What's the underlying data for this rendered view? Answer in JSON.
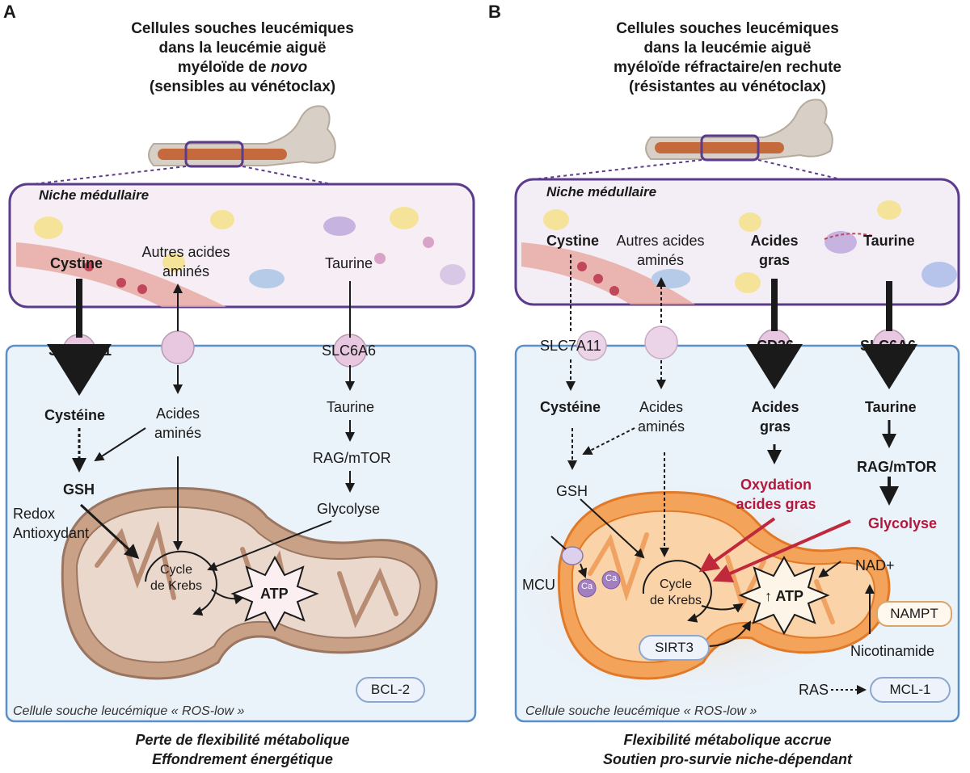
{
  "panel_a": {
    "letter": "A",
    "title_line1": "Cellules souches leucémiques",
    "title_line2": "dans la leucémie aiguë",
    "title_line3_pre": "myéloïde de ",
    "title_line3_em": "novo",
    "title_line4": "(sensibles au vénétoclax)",
    "niche_label": "Niche médullaire",
    "cystine": "Cystine",
    "autres_acides_1": "Autres acides",
    "autres_acides_2": "aminés",
    "taurine_niche": "Taurine",
    "slc7a11": "SLC7A11",
    "slc6a6": "SLC6A6",
    "cysteine": "Cystéine",
    "acides_1": "Acides",
    "acides_2": "aminés",
    "taurine_cell": "Taurine",
    "rag_mtor": "RAG/mTOR",
    "glycolyse": "Glycolyse",
    "gsh": "GSH",
    "redox": "Redox",
    "antioxydant": "Antioxydant",
    "cycle_1": "Cycle",
    "cycle_2": "de Krebs",
    "atp": "ATP",
    "bcl2": "BCL-2",
    "cell_footer": "Cellule souche leucémique « ROS-low »",
    "summary_1": "Perte de flexibilité métabolique",
    "summary_2": "Effondrement énergétique"
  },
  "panel_b": {
    "letter": "B",
    "title_line1": "Cellules souches leucémiques",
    "title_line2": "dans la leucémie aiguë",
    "title_line3": "myéloïde réfractaire/en rechute",
    "title_line4": "(résistantes au vénétoclax)",
    "niche_label": "Niche médullaire",
    "cystine": "Cystine",
    "autres_acides_1": "Autres acides",
    "autres_acides_2": "aminés",
    "acides_gras_niche_1": "Acides",
    "acides_gras_niche_2": "gras",
    "taurine_niche": "Taurine",
    "slc7a11": "SLC7A11",
    "cd36": "CD36",
    "slc6a6": "SLC6A6",
    "cysteine": "Cystéine",
    "acides_1": "Acides",
    "acides_2": "aminés",
    "acides_gras_cell_1": "Acides",
    "acides_gras_cell_2": "gras",
    "taurine_cell": "Taurine",
    "gsh": "GSH",
    "oxydation_1": "Oxydation",
    "oxydation_2": "acides gras",
    "rag_mtor": "RAG/mTOR",
    "glycolyse": "Glycolyse",
    "mcu": "MCU",
    "ca": "Ca",
    "cycle_1": "Cycle",
    "cycle_2": "de Krebs",
    "atp": "ATP",
    "nad": "NAD+",
    "nampt": "NAMPT",
    "nicotinamide": "Nicotinamide",
    "sirt3": "SIRT3",
    "ras": "RAS",
    "mcl1": "MCL-1",
    "cell_footer": "Cellule souche leucémique « ROS-low »",
    "summary_1": "Flexibilité métabolique accrue",
    "summary_2": "Soutien pro-survie niche-dépendant"
  },
  "colors": {
    "niche_border": "#5b3b8c",
    "cell_border": "#5a8fc7",
    "cell_fill": "#eaf2fa",
    "mito_brown": "#c9a186",
    "mito_orange": "#f19a45",
    "red_arrow": "#c0283c",
    "transporter": "#e8c8e0"
  }
}
